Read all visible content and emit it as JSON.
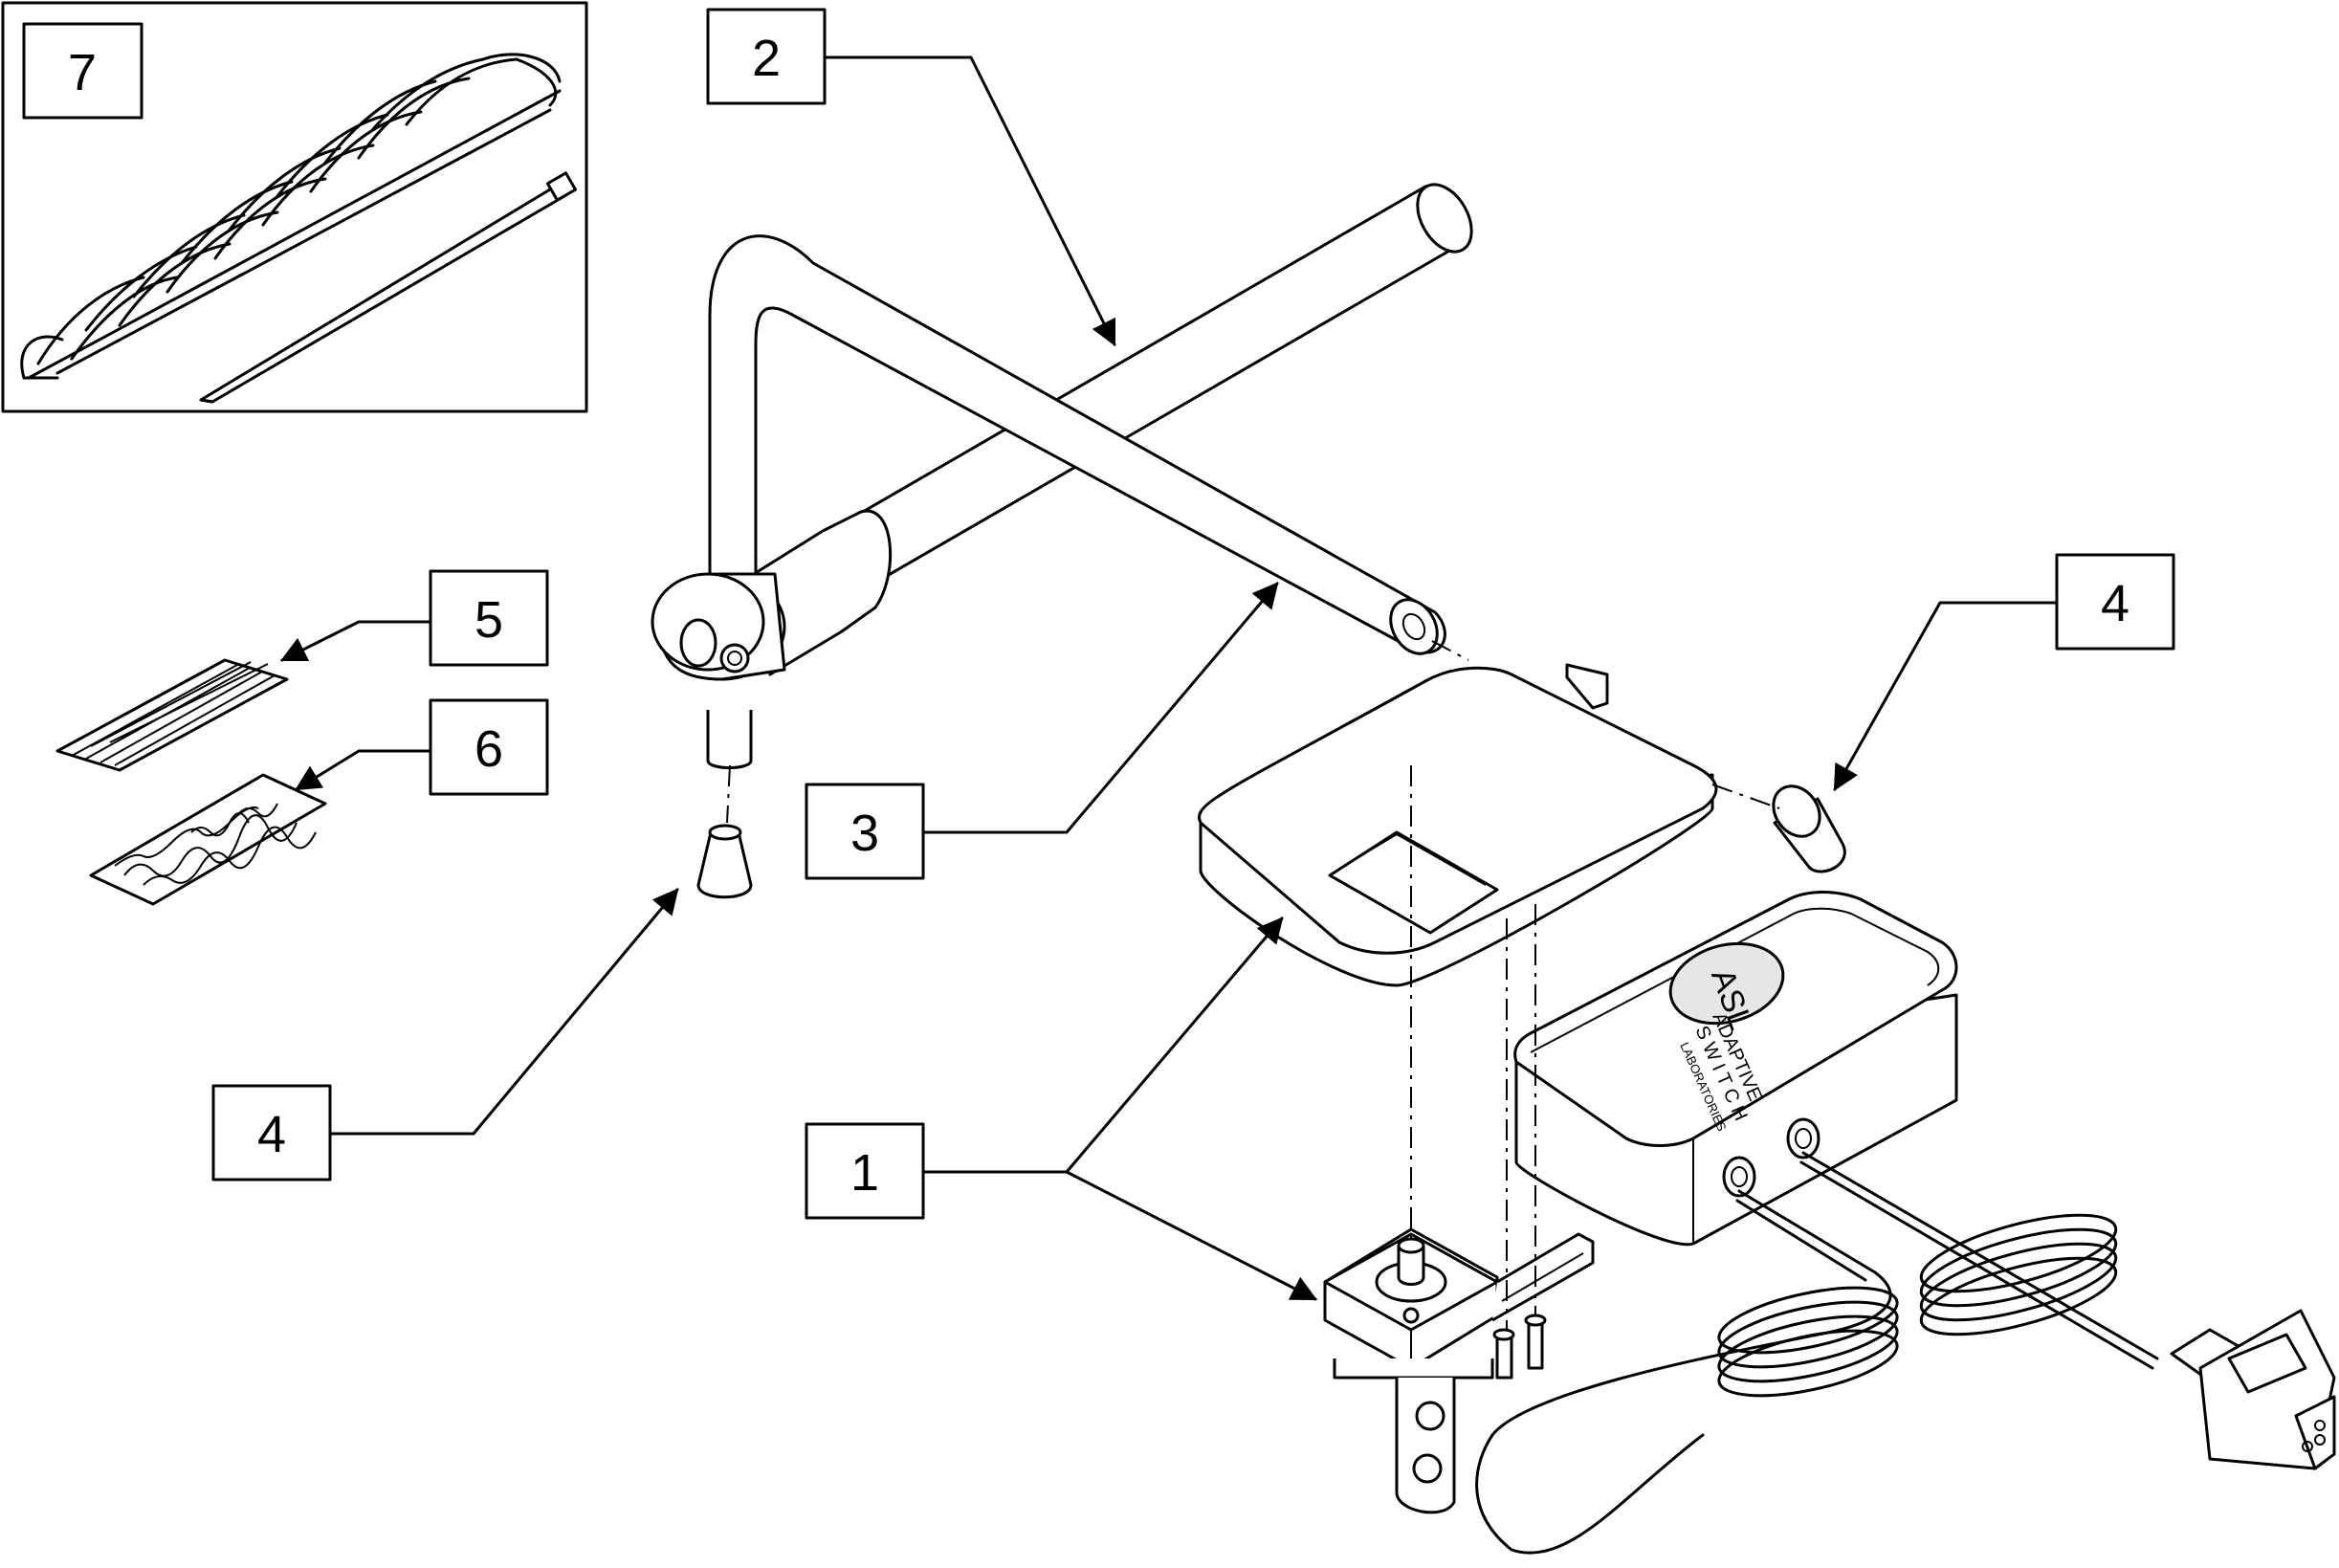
{
  "callouts": [
    {
      "id": "7",
      "label": "7"
    },
    {
      "id": "2",
      "label": "2"
    },
    {
      "id": "5",
      "label": "5"
    },
    {
      "id": "6",
      "label": "6"
    },
    {
      "id": "3",
      "label": "3"
    },
    {
      "id": "4-right",
      "label": "4"
    },
    {
      "id": "4-left",
      "label": "4"
    },
    {
      "id": "1",
      "label": "1"
    }
  ],
  "module_label": {
    "logo": "ASL",
    "line1": "ADAPTIVE",
    "line2": "S W I T C H",
    "line3": "LABORATORIES"
  }
}
